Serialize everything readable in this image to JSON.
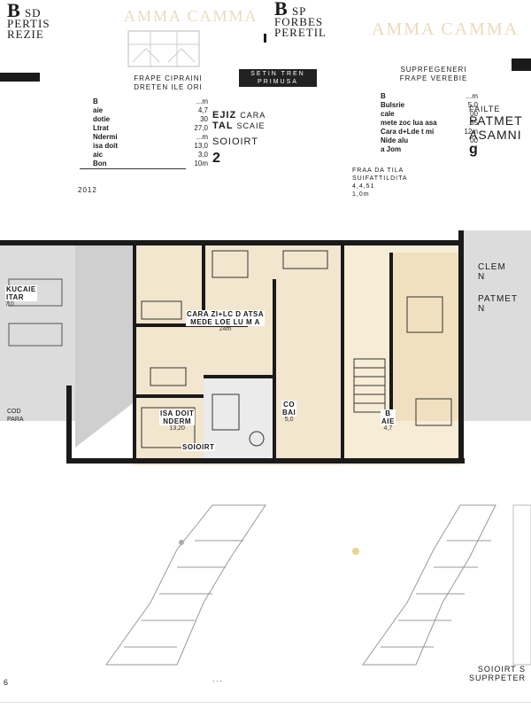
{
  "brand": {
    "mark": "B",
    "line1": "SD",
    "line2": "PERTIS",
    "line3": "REZIE",
    "right_line1": "SP",
    "right_line2": "FORBES",
    "right_line3": "PERETIL"
  },
  "header": {
    "title_ghost": "AMMA CAMMA",
    "subtitle_left": "FRAPE CIPRAINI",
    "subtitle_left2": "DRETEN ILE ORI",
    "tag_center": "SETIN TREN PRIMUSA",
    "subtitle_right": "SUPRFEGENERI",
    "subtitle_right2": "FRAPE VEREBIE"
  },
  "legend_left": {
    "rows": [
      {
        "name": "B",
        "value": "...m"
      },
      {
        "name": "aie",
        "value": "4,7"
      },
      {
        "name": "dotie",
        "value": "30"
      },
      {
        "name": "Ltrat",
        "value": "27,0"
      },
      {
        "name": "Ndermi",
        "value": "...m"
      },
      {
        "name": "isa doit",
        "value": "13,0"
      },
      {
        "name": "aic",
        "value": "3,0"
      },
      {
        "name": "Bon",
        "value": "10m"
      }
    ],
    "footer": "2012"
  },
  "legend_center": {
    "label1": "EJIZ",
    "label2": "CARA",
    "label3": "TAL",
    "label4": "SCAIE",
    "label5": "SOIOIRT",
    "label6": "2"
  },
  "legend_right": {
    "rows": [
      {
        "name": "B",
        "value": "...m"
      },
      {
        "name": "Bulsrie",
        "value": "5,0"
      },
      {
        "name": "cale",
        "value": "00"
      },
      {
        "name": "mete zoc lua asa",
        "value": "35"
      },
      {
        "name": "Cara d+Lde t mi",
        "value": "12m"
      },
      {
        "name": "Nide alu",
        "value": "00"
      },
      {
        "name": "a Jom",
        "value": ""
      }
    ],
    "note1": "FRAA DA TILA",
    "note2": "SUIFATTILDITA",
    "note3": "4,4,51",
    "note4": "1,0m"
  },
  "side_right": {
    "label1": "FAILTE",
    "label2": "PATMET",
    "label3": "ASAMNI",
    "label4": "g"
  },
  "plan": {
    "rooms": [
      {
        "id": "living",
        "label": "CARA ZI+LC D ATSA",
        "label2": "MEDE LOE LU M A",
        "area": "24m"
      },
      {
        "id": "bedroom",
        "label": "ISA DOIT",
        "label2": "NDERM",
        "area": "13,20"
      },
      {
        "id": "bath",
        "label": "CO",
        "label2": "BAI",
        "area": "5,0"
      },
      {
        "id": "kitchen",
        "label": "KUCAIE",
        "label2": "ITAR",
        "area": "7,0"
      },
      {
        "id": "terrace",
        "label": "B",
        "label2": "AIE",
        "area": "4,7"
      },
      {
        "id": "hall",
        "label": "SOIOIRT",
        "label2": "",
        "area": ""
      }
    ],
    "left_labels": [
      "KUCAIE",
      "ITAR",
      "COD",
      "PARA"
    ],
    "right_labels": [
      "CLEM",
      "N",
      "PATMET",
      "N"
    ]
  },
  "footer": {
    "brand": "SOIOIRT S",
    "brand2": "SUPRPETER",
    "center": "...",
    "page": "6"
  },
  "colors": {
    "wall": "#1a1a1a",
    "floor_wood": "#f3e6cf",
    "floor_tile": "#ebebeb",
    "accent": "#e2c98f",
    "grey_block": "#d9d9d9"
  }
}
